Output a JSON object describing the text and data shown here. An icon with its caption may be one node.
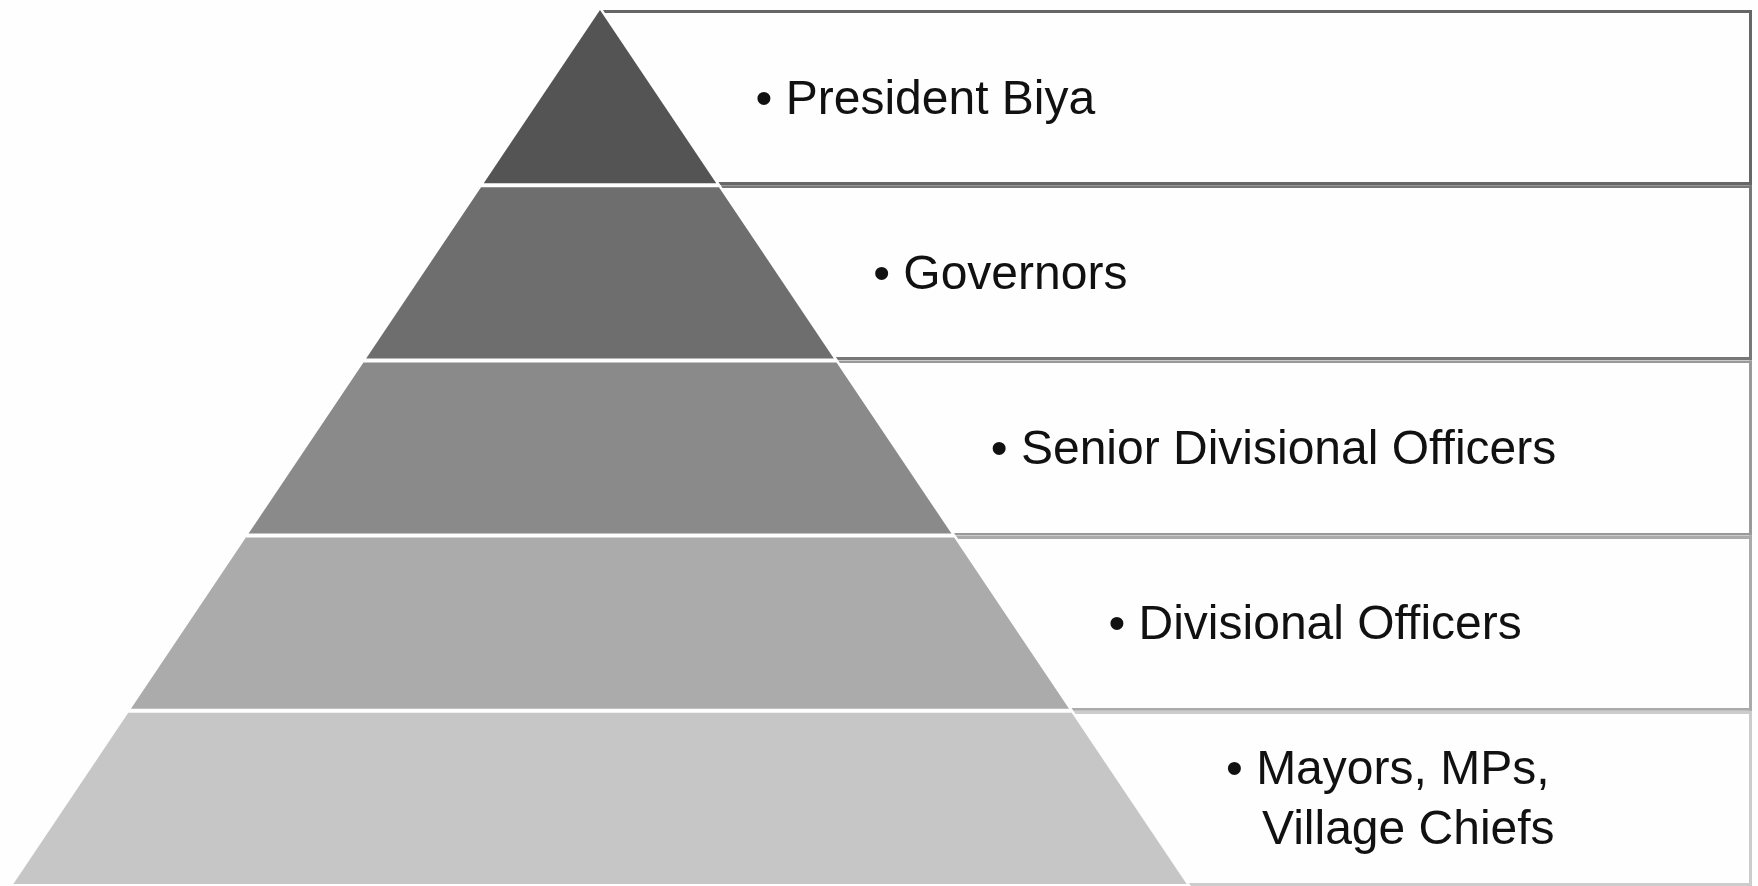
{
  "diagram": {
    "nodes": [
      {
        "text": [
          "• President Biya"
        ]
      },
      {
        "text": [
          "• Governors"
        ]
      },
      {
        "text": [
          "• Senior Divisional Officers"
        ]
      },
      {
        "text": [
          "• Divisional Officers"
        ]
      },
      {
        "text": [
          "• Mayors, MPs, Village Chiefs"
        ]
      }
    ]
  }
}
